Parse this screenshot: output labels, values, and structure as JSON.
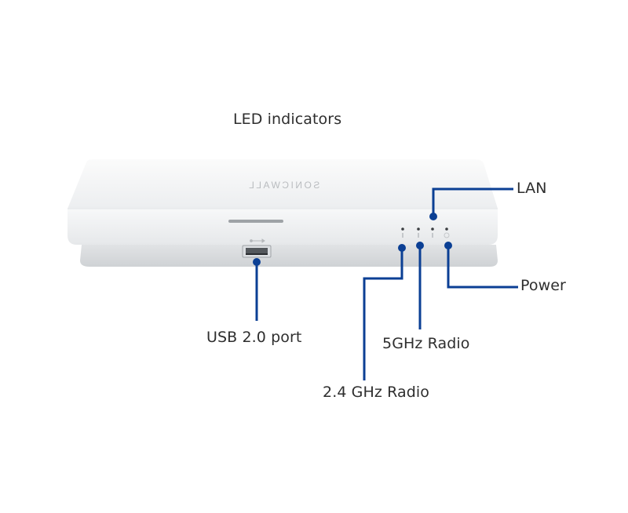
{
  "title": "LED indicators",
  "brand": "SONICWALL",
  "callouts": {
    "lan": "LAN",
    "power": "Power",
    "usb": "USB 2.0 port",
    "radio_5ghz": "5GHz Radio",
    "radio_24ghz": "2.4 GHz Radio"
  },
  "colors": {
    "callout_line": "#0b3f94",
    "device_body": "#f4f5f6",
    "label_text": "#2e2e2e"
  }
}
